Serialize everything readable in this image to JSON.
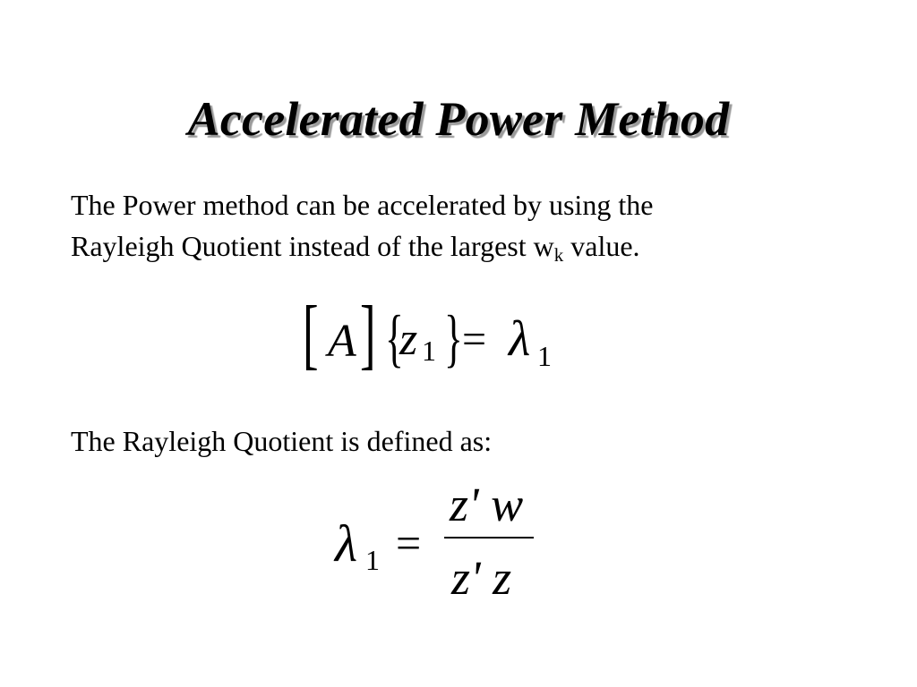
{
  "slide": {
    "title": "Accelerated Power Method",
    "paragraph1": {
      "line1": "The Power method can be accelerated by using the",
      "line2_before": "Rayleigh Quotient instead of the largest w",
      "line2_sub": "k",
      "line2_after": " value."
    },
    "equation1": {
      "left_bracket": "[",
      "matrix": "A",
      "right_bracket": "]",
      "left_brace": "{",
      "vector": "z",
      "vector_sub": "1",
      "right_brace": "}",
      "equals": "=",
      "lambda": "λ",
      "lambda_sub": "1"
    },
    "paragraph2": "The Rayleigh Quotient is defined as:",
    "equation2": {
      "lambda": "λ",
      "lambda_sub": "1",
      "equals": "=",
      "numerator": "z' w",
      "denominator": "z' z"
    }
  }
}
